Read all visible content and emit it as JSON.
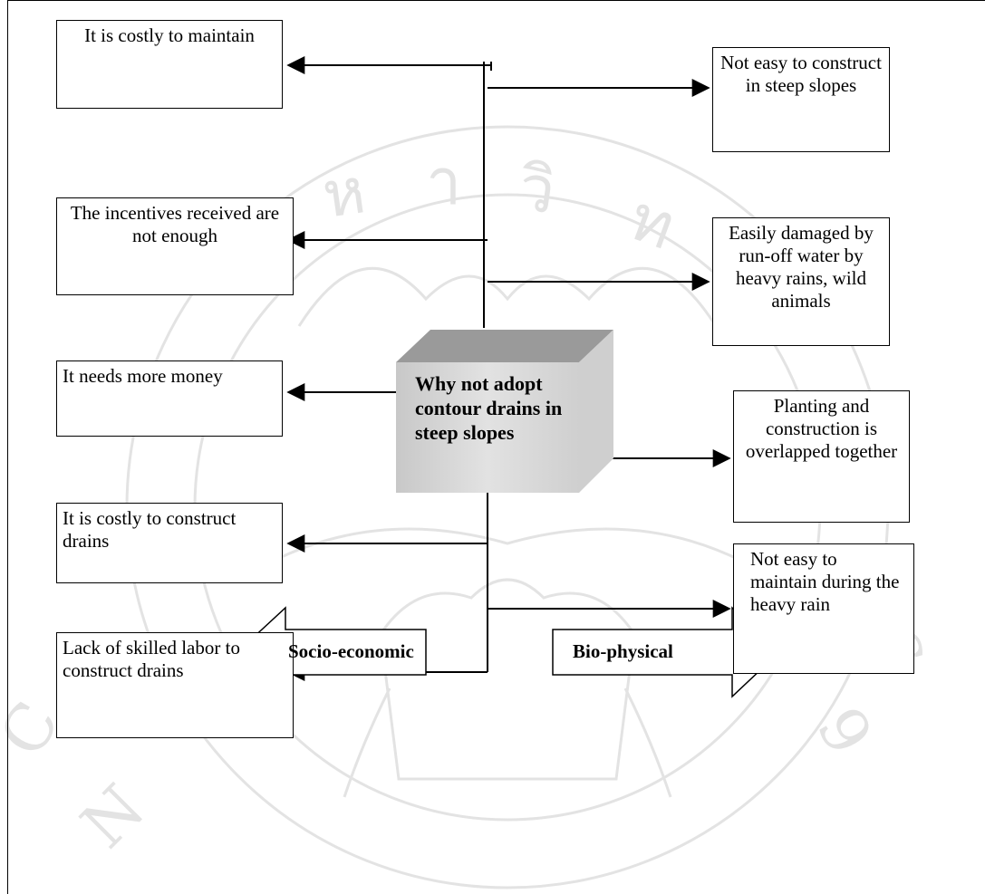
{
  "center": {
    "label": "Why not adopt contour drains in steep slopes"
  },
  "left_boxes": [
    {
      "text": "It is costly to maintain"
    },
    {
      "text": "The incentives received are not enough"
    },
    {
      "text": "It needs more money"
    },
    {
      "text": "It is costly to construct drains"
    },
    {
      "text": "Lack of skilled labor to construct drains"
    }
  ],
  "right_boxes": [
    {
      "text": "Not easy to construct in steep slopes"
    },
    {
      "text": "Easily damaged by run-off water by heavy rains, wild animals"
    },
    {
      "text": "Planting and construction is overlapped together"
    },
    {
      "text": "Not easy to maintain during the heavy rain"
    }
  ],
  "category_arrows": {
    "left": "Socio-economic",
    "right": "Bio-physical"
  }
}
